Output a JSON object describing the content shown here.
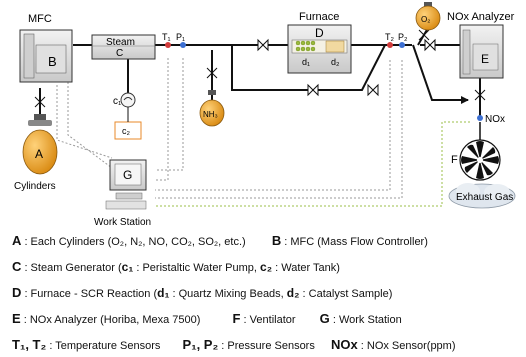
{
  "diagram": {
    "mfc_label": "MFC",
    "mfc_letter": "B",
    "steam_label": "Steam",
    "steam_letter": "C",
    "t1": "T₁",
    "p1": "P₁",
    "furnace_label": "Furnace",
    "furnace_letter": "D",
    "d1": "d₁",
    "d2": "d₂",
    "t2": "T₂",
    "p2": "P₂",
    "o2": "O₂",
    "nh3": "NH₃",
    "c2": "c₂",
    "c1": "c₁",
    "nox_analyzer_label": "NOx Analyzer",
    "nox_analyzer_letter": "E",
    "nox_sensor": "NOx",
    "fan_letter": "F",
    "exhaust": "Exhaust Gas",
    "cylinder_letter": "A",
    "cylinders_label": "Cylinders",
    "workstation_letter": "G",
    "workstation_label": "Work Station",
    "colors": {
      "gas_line": "#111111",
      "signal_line": "#9a9a9a",
      "sensor_red": "#d23c3c",
      "sensor_blue": "#3c6fd2",
      "cylinder_orange": "#e89a1e",
      "signal_green": "#9bbf4a"
    }
  },
  "legend": {
    "row1_a_key": "A",
    "row1_a_text": " : Each Cylinders (O₂, N₂, NO, CO₂, SO₂, etc.)",
    "row1_b_key": "B",
    "row1_b_text": " : MFC (Mass Flow Controller)",
    "row2_c_key": "C",
    "row2_c_text": " : Steam Generator (",
    "row2_c1_key": "c₁",
    "row2_c1_text": " : Peristaltic Water Pump, ",
    "row2_c2_key": "c₂",
    "row2_c2_text": " : Water Tank)",
    "row3_d_key": "D",
    "row3_d_text": " : Furnace - SCR Reaction (",
    "row3_d1_key": "d₁",
    "row3_d1_text": " : Quartz Mixing Beads, ",
    "row3_d2_key": "d₂",
    "row3_d2_text": " : Catalyst Sample)",
    "row4_e_key": "E",
    "row4_e_text": " : NOx Analyzer (Horiba, Mexa 7500)",
    "row4_f_key": "F",
    "row4_f_text": " : Ventilator",
    "row4_g_key": "G",
    "row4_g_text": " : Work Station",
    "row5_t_key": "T₁, T₂",
    "row5_t_text": " : Temperature Sensors",
    "row5_p_key": "P₁, P₂",
    "row5_p_text": " : Pressure Sensors",
    "row5_nox_key": "NOx",
    "row5_nox_text": " : NOx Sensor(ppm)"
  }
}
